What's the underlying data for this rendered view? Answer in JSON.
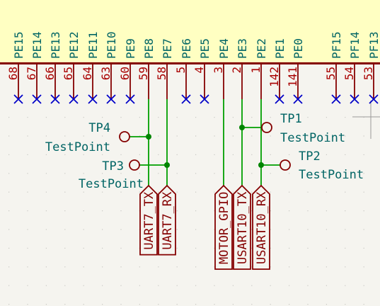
{
  "colors": {
    "background": "#f5f4ef",
    "grid_dot": "#c9c9c4",
    "ic_body_fill": "#ffffc2",
    "ic_outline": "#840000",
    "pin_name": "#006464",
    "pin_number": "#a90000",
    "no_connect": "#0000c8",
    "wire": "#00a000",
    "junction": "#008400",
    "label_text": "#840000",
    "component_text": "#006464",
    "crosshair": "#9a9a9a"
  },
  "pins": [
    {
      "name": "PE15",
      "number": "68",
      "no_connect": true
    },
    {
      "name": "PE14",
      "number": "67",
      "no_connect": true
    },
    {
      "name": "PE13",
      "number": "66",
      "no_connect": true
    },
    {
      "name": "PE12",
      "number": "65",
      "no_connect": true
    },
    {
      "name": "PE11",
      "number": "64",
      "no_connect": true
    },
    {
      "name": "PE10",
      "number": "63",
      "no_connect": true
    },
    {
      "name": "PE9",
      "number": "60",
      "no_connect": true
    },
    {
      "name": "PE8",
      "number": "59",
      "no_connect": false
    },
    {
      "name": "PE7",
      "number": "58",
      "no_connect": false
    },
    {
      "name": "PE6",
      "number": "5",
      "no_connect": true
    },
    {
      "name": "PE5",
      "number": "4",
      "no_connect": true
    },
    {
      "name": "PE4",
      "number": "3",
      "no_connect": false
    },
    {
      "name": "PE3",
      "number": "2",
      "no_connect": false
    },
    {
      "name": "PE2",
      "number": "1",
      "no_connect": false
    },
    {
      "name": "PE1",
      "number": "142",
      "no_connect": true
    },
    {
      "name": "PE0",
      "number": "141",
      "no_connect": true
    },
    {
      "name": "PF15",
      "number": "55",
      "no_connect": true
    },
    {
      "name": "PF14",
      "number": "54",
      "no_connect": true
    },
    {
      "name": "PF13",
      "number": "53",
      "no_connect": true
    }
  ],
  "test_points": [
    {
      "ref": "TP4",
      "value": "TestPoint",
      "net_pin": "PE8"
    },
    {
      "ref": "TP3",
      "value": "TestPoint",
      "net_pin": "PE7"
    },
    {
      "ref": "TP1",
      "value": "TestPoint",
      "net_pin": "PE3"
    },
    {
      "ref": "TP2",
      "value": "TestPoint",
      "net_pin": "PE2"
    }
  ],
  "net_labels": [
    {
      "text": "UART7_TX",
      "pin": "PE8"
    },
    {
      "text": "UART7_RX",
      "pin": "PE7"
    },
    {
      "text": "MOTOR_GPIO",
      "pin": "PE4"
    },
    {
      "text": "USART10_TX",
      "pin": "PE3"
    },
    {
      "text": "USART10_RX",
      "pin": "PE2"
    }
  ]
}
